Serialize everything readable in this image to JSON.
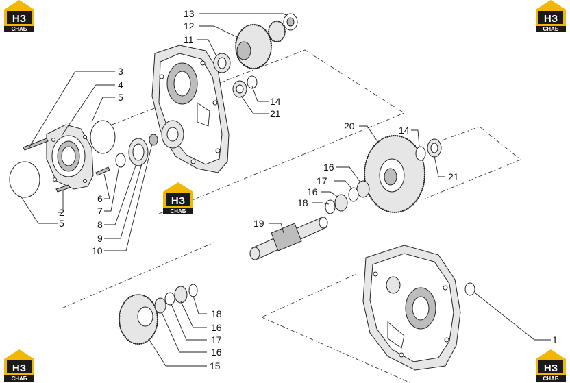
{
  "logo": {
    "mark": "НЗ",
    "caption": "СНАБ",
    "accent": "#f2b705",
    "dark": "#1a1a1a"
  },
  "callouts": [
    {
      "id": "c1",
      "text": "1"
    },
    {
      "id": "c2",
      "text": "2"
    },
    {
      "id": "c3",
      "text": "3"
    },
    {
      "id": "c4",
      "text": "4"
    },
    {
      "id": "c5a",
      "text": "5"
    },
    {
      "id": "c5b",
      "text": "5"
    },
    {
      "id": "c6",
      "text": "6"
    },
    {
      "id": "c7",
      "text": "7"
    },
    {
      "id": "c8",
      "text": "8"
    },
    {
      "id": "c9",
      "text": "9"
    },
    {
      "id": "c10",
      "text": "10"
    },
    {
      "id": "c11",
      "text": "11"
    },
    {
      "id": "c12",
      "text": "12"
    },
    {
      "id": "c13",
      "text": "13"
    },
    {
      "id": "c14a",
      "text": "14"
    },
    {
      "id": "c14b",
      "text": "14"
    },
    {
      "id": "c15",
      "text": "15"
    },
    {
      "id": "c16a",
      "text": "16"
    },
    {
      "id": "c16b",
      "text": "16"
    },
    {
      "id": "c16c",
      "text": "16"
    },
    {
      "id": "c16d",
      "text": "16"
    },
    {
      "id": "c17a",
      "text": "17"
    },
    {
      "id": "c17b",
      "text": "17"
    },
    {
      "id": "c18a",
      "text": "18"
    },
    {
      "id": "c18b",
      "text": "18"
    },
    {
      "id": "c19",
      "text": "19"
    },
    {
      "id": "c20",
      "text": "20"
    },
    {
      "id": "c21a",
      "text": "21"
    },
    {
      "id": "c21b",
      "text": "21"
    }
  ]
}
